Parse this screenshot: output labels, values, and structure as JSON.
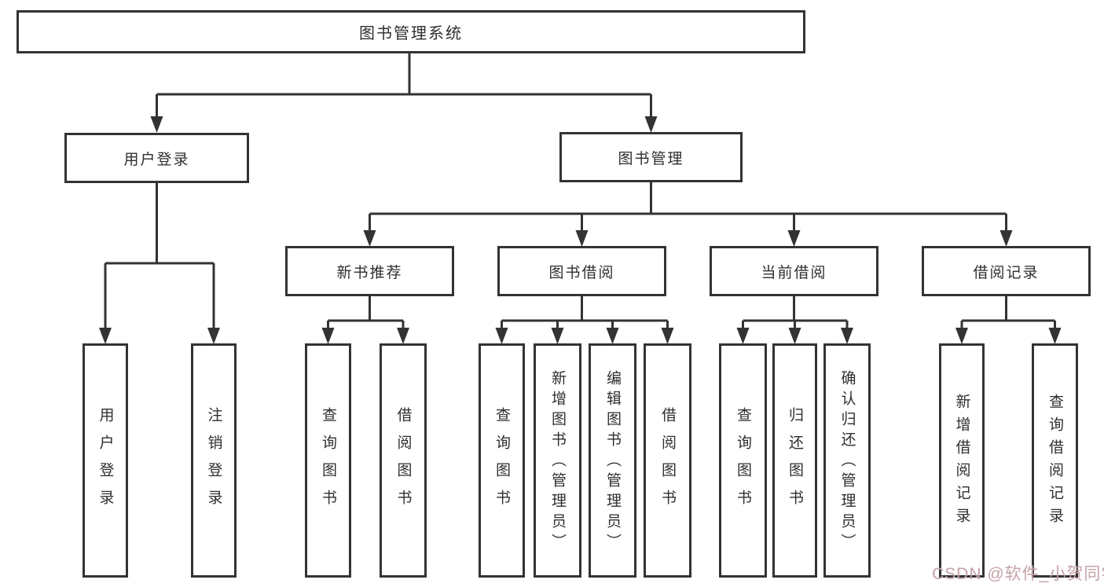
{
  "diagram": {
    "nodes": {
      "root": "图书管理系统",
      "user_login": "用户登录",
      "book_management": "图书管理",
      "new_book_recommendation": "新书推荐",
      "book_borrowing": "图书借阅",
      "current_borrowing": "当前借阅",
      "borrowing_records": "借阅记录"
    },
    "leaves": [
      "用户登录",
      "注销登录",
      "查询图书",
      "借阅图书",
      "查询图书",
      "新增图书（管理员）",
      "编辑图书（管理员）",
      "借阅图书",
      "查询图书",
      "归还图书",
      "确认归还（管理员）",
      "新增借阅记录",
      "查询借阅记录"
    ],
    "colors": {
      "line": "#333333",
      "text": "#2f2f2f",
      "background": "#ffffff",
      "watermark": "#c5a2a8"
    },
    "watermark": "CSDN @软件_小贺同学"
  }
}
